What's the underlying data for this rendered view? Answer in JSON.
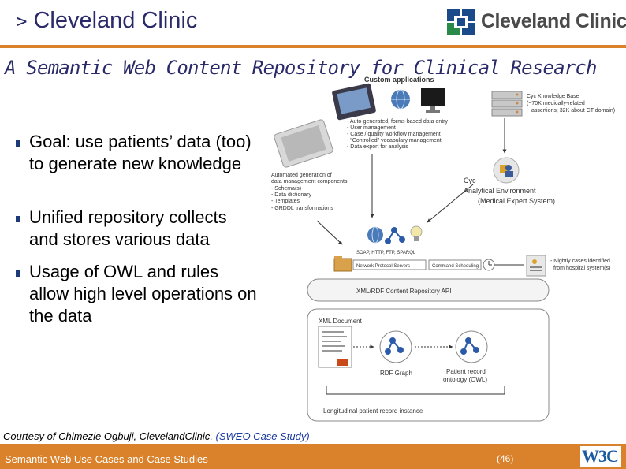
{
  "header": {
    "title": "Cleveland Clinic",
    "chevron": ">",
    "logo_text": "Cleveland Clinic"
  },
  "subtitle": "A Semantic Web Content Repository for Clinical Research",
  "bullets": [
    "Goal: use patients’ data (too) to generate new knowledge",
    "Unified repository collects and stores various data",
    "Usage of OWL and rules allow high level operations on the data"
  ],
  "diagram": {
    "custom_apps_label": "Custom applications",
    "custom_apps_list": [
      "- Auto-generated, forms-based data entry",
      "- User management",
      "- Case / quality workflow management",
      "- \"Controlled\" vocabulary management",
      "- Data export for analysis"
    ],
    "cyc_kb_label": "Cyc Knowledge Base",
    "cyc_kb_detail_1": "(~70K medically-related",
    "cyc_kb_detail_2": "assertions; 32K about CT domain)",
    "automated_title_1": "Automated generation of",
    "automated_title_2": "data management components:",
    "automated_list": [
      "- Schema(s)",
      "- Data dictionary",
      "- Templates",
      "- GRDDL transformations"
    ],
    "cyc_env_1": "Cyc",
    "cyc_env_2": "Analytical Environment",
    "cyc_env_3": "(Medical Expert System)",
    "protocols_label": "SOAP, HTTP, FTP, SPARQL",
    "network_servers_label": "Network Protocol Servers",
    "command_scheduling_label": "Command Scheduling",
    "nightly_1": "- Nightly cases identified",
    "nightly_2": "from hospital system(s)",
    "api_label": "XML/RDF Content Repository API",
    "xml_doc_label": "XML Document",
    "rdf_graph_label": "RDF Graph",
    "patient_ontology_1": "Patient record",
    "patient_ontology_2": "ontology (OWL)",
    "longitudinal_label": "Longitudinal patient record instance"
  },
  "footer": {
    "credit_prefix": "Courtesy of Chimezie Ogbuji, Cleveland",
    "credit_clinic": "Clinic, ",
    "credit_link": "(SWEO  Case Study)",
    "left_text": "Semantic Web Use Cases and Case Studies",
    "page": "(46)",
    "w3c": "W3C"
  },
  "colors": {
    "accent": "#d9822b",
    "title": "#2a2a6a",
    "logo_blue": "#1a4a8a",
    "logo_green": "#2a8a4a",
    "bullet": "#1c3a78"
  }
}
